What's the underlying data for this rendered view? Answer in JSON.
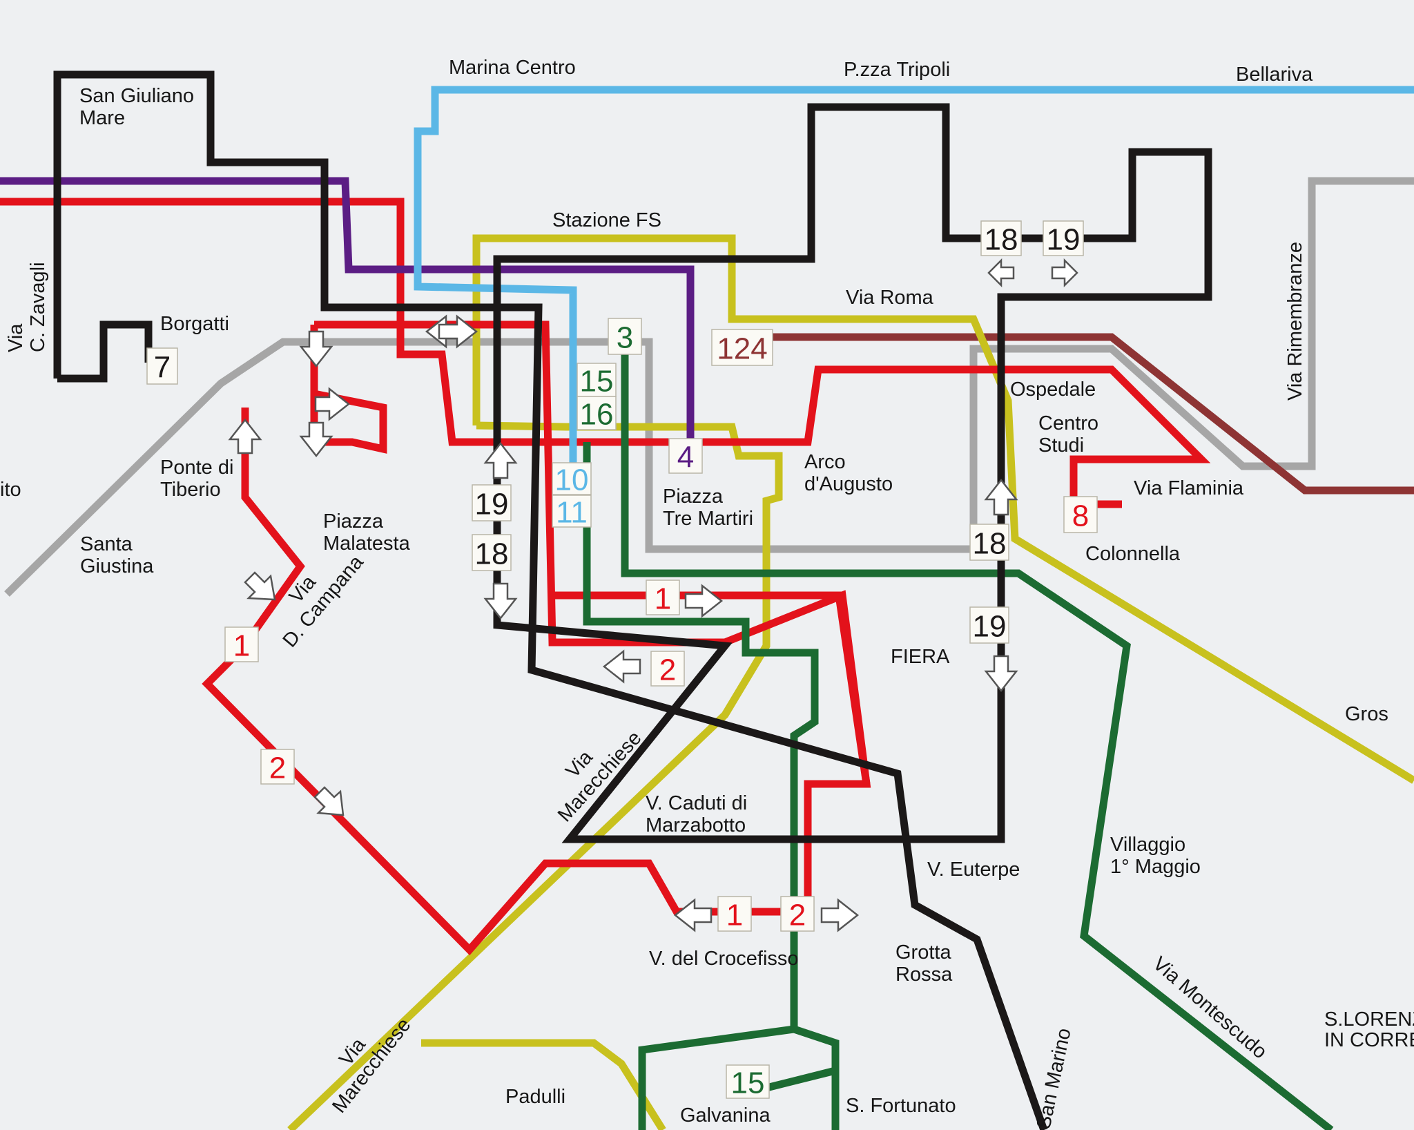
{
  "colors": {
    "red": "#e3121b",
    "black": "#1b1818",
    "purple": "#5b1d84",
    "light_blue": "#5bb7e6",
    "yellow": "#c8c11e",
    "green": "#1c6b32",
    "grey": "#a6a6a6",
    "brown": "#8e3434"
  },
  "lines": [
    {
      "id": "red",
      "color_key": "red"
    },
    {
      "id": "black",
      "color_key": "black"
    },
    {
      "id": "purple",
      "color_key": "purple"
    },
    {
      "id": "light_blue",
      "color_key": "light_blue"
    },
    {
      "id": "yellow",
      "color_key": "yellow"
    },
    {
      "id": "green",
      "color_key": "green"
    },
    {
      "id": "grey",
      "color_key": "grey"
    },
    {
      "id": "brown",
      "color_key": "brown"
    }
  ],
  "places": {
    "san_giuliano": [
      "San Giuliano",
      "Mare"
    ],
    "marina_centro": "Marina Centro",
    "pzza_tripoli": "P.zza Tripoli",
    "bellariva": "Bellariva",
    "stazione_fs": "Stazione FS",
    "borgatti": "Borgatti",
    "via_roma": "Via Roma",
    "via_rimembranze": "Via Rimembranze",
    "via_zavagli": [
      "Via",
      "C. Zavagli"
    ],
    "ospedale": "Ospedale",
    "centro_studi": [
      "Centro",
      "Studi"
    ],
    "via_flaminia": "Via Flaminia",
    "colonnella": "Colonnella",
    "arco_augusto": [
      "Arco",
      "d'Augusto"
    ],
    "piazza_tre_martiri": [
      "Piazza",
      "Tre Martiri"
    ],
    "ponte_tiberio": [
      "Ponte di",
      "Tiberio"
    ],
    "piazza_malatesta": [
      "Piazza",
      "Malatesta"
    ],
    "santa_giustina": [
      "Santa",
      "Giustina"
    ],
    "ito": "ito",
    "via_campana": [
      "Via",
      "D. Campana"
    ],
    "fiera": "FIERA",
    "gros": "Gros",
    "via_marecchiese": [
      "Via",
      "Marecchiese"
    ],
    "caduti_marzabotto": [
      "V. Caduti di",
      "Marzabotto"
    ],
    "v_euterpe": "V. Euterpe",
    "villaggio": [
      "Villaggio",
      "1° Maggio"
    ],
    "crocefisso": "V. del Crocefisso",
    "grotta_rossa": [
      "Grotta",
      "Rossa"
    ],
    "via_montescudo": "Via Montescudo",
    "s_lorenzo": [
      "S.LORENZO",
      "IN CORREGGIANO"
    ],
    "san_marino": "San Marino",
    "via_marecchiese_2": [
      "Via",
      "Marecchiese"
    ],
    "padulli": "Padulli",
    "galvanina": "Galvanina",
    "s_fortunato": "S. Fortunato"
  },
  "route_badges": [
    {
      "id": "b7",
      "text": "7",
      "color_key": "black"
    },
    {
      "id": "b18a",
      "text": "18",
      "color_key": "black"
    },
    {
      "id": "b19a",
      "text": "19",
      "color_key": "black"
    },
    {
      "id": "b3",
      "text": "3",
      "color_key": "green"
    },
    {
      "id": "b124",
      "text": "124",
      "color_key": "brown"
    },
    {
      "id": "b15",
      "text": "15",
      "color_key": "green"
    },
    {
      "id": "b16",
      "text": "16",
      "color_key": "green"
    },
    {
      "id": "b4",
      "text": "4",
      "color_key": "purple"
    },
    {
      "id": "b10",
      "text": "10",
      "color_key": "light_blue"
    },
    {
      "id": "b11",
      "text": "11",
      "color_key": "light_blue"
    },
    {
      "id": "b19b",
      "text": "19",
      "color_key": "black"
    },
    {
      "id": "b18b",
      "text": "18",
      "color_key": "black"
    },
    {
      "id": "b18c",
      "text": "18",
      "color_key": "black"
    },
    {
      "id": "b19c",
      "text": "19",
      "color_key": "black"
    },
    {
      "id": "b8",
      "text": "8",
      "color_key": "red"
    },
    {
      "id": "b1a",
      "text": "1",
      "color_key": "red"
    },
    {
      "id": "b2a",
      "text": "2",
      "color_key": "red"
    },
    {
      "id": "b1b",
      "text": "1",
      "color_key": "red"
    },
    {
      "id": "b2b",
      "text": "2",
      "color_key": "red"
    },
    {
      "id": "b1c",
      "text": "1",
      "color_key": "red"
    },
    {
      "id": "b2c",
      "text": "2",
      "color_key": "red"
    },
    {
      "id": "b15b",
      "text": "15",
      "color_key": "green"
    }
  ]
}
